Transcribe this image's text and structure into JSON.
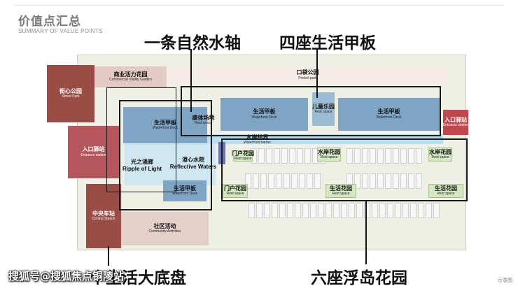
{
  "header": {
    "title": "价值点汇总",
    "subtitle": "SUMMARY OF VALUE POINTS"
  },
  "callouts": {
    "water_axis": "一条自然水轴",
    "four_decks": "四座生活甲板",
    "ten_thousand_base": "个生活大底盘",
    "six_gardens": "六座浮岛花园"
  },
  "regions": {
    "street_park": {
      "zh": "街心公园",
      "en": "Street Park"
    },
    "commercial": {
      "zh": "商业活力花园",
      "en": "Commercial Vitality Garden"
    },
    "pocket_park": {
      "zh": "口袋公园",
      "en": "Pocket park"
    },
    "entrance_left": {
      "zh": "入口驿站",
      "en": "Entrance station"
    },
    "entrance_right": {
      "zh": "入口驿站",
      "en": "Entrance station"
    },
    "central_station": {
      "zh": "中央车站",
      "en": "Central Station"
    },
    "community": {
      "zh": "社区活动",
      "en": "Community Activities"
    },
    "sports_field": {
      "zh": "康体场地",
      "en": "Rest space"
    },
    "kids_park": {
      "zh": "儿童乐园",
      "en": "Rest space"
    },
    "waterfront_barrier": {
      "zh": "水岸结界",
      "en": "Waterfront barrier"
    },
    "ripple": {
      "zh": "光之涌廊",
      "en": "Ripple of Light"
    },
    "reflective": {
      "zh": "澄心水院",
      "en": "Reflective Waters"
    }
  },
  "decks": [
    {
      "zh": "生活甲板",
      "en": "Waterfront Deck"
    },
    {
      "zh": "生活甲板",
      "en": "Waterfront Deck"
    },
    {
      "zh": "生活甲板",
      "en": "Waterfront Deck"
    },
    {
      "zh": "生活甲板",
      "en": "Waterfront Deck"
    }
  ],
  "gardens": [
    {
      "zh": "门户花园",
      "en": "Rest space"
    },
    {
      "zh": "门户花园",
      "en": "Rest space"
    },
    {
      "zh": "水岸花园",
      "en": "Rest space"
    },
    {
      "zh": "水岸花园",
      "en": "Rest space"
    },
    {
      "zh": "生活花园",
      "en": "Rest space"
    },
    {
      "zh": "生活花园",
      "en": "Rest space"
    }
  ],
  "watermark": "搜狐号@搜狐焦点铜陵站",
  "schematic_note": "示意图",
  "colors": {
    "brick": "#9a4d45",
    "pink": "#d9b6b0",
    "deep_red": "#c0474c",
    "blue_deck": "#7fa4c4",
    "water": "#bcdcef",
    "green_label": "#d5e6c2",
    "ground": "#eef0e6"
  }
}
